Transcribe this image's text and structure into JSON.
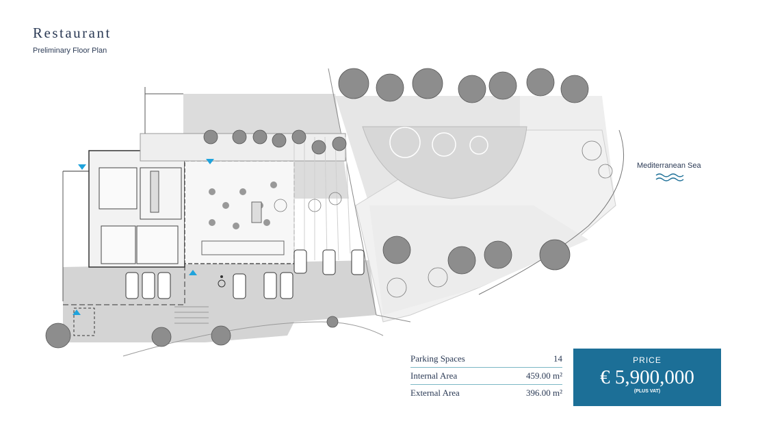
{
  "header": {
    "title": "Restaurant",
    "subtitle": "Preliminary Floor Plan"
  },
  "map": {
    "sea_label": "Mediterranean Sea",
    "sea_icon": "wave-icon",
    "entrance_icon": "triangle-marker-icon",
    "accessible_icon": "wheelchair-icon"
  },
  "stats": [
    {
      "label": "Parking Spaces",
      "value": "14"
    },
    {
      "label": "Internal Area",
      "value": "459.00 m²"
    },
    {
      "label": "External Area",
      "value": "396.00 m²"
    }
  ],
  "price": {
    "label": "PRICE",
    "value": "€ 5,900,000",
    "note": "(PLUS VAT)"
  },
  "colors": {
    "text": "#2b3a55",
    "price_box": "#1c6f97",
    "accent_line": "#7ab7c4",
    "marker": "#1fa3dc"
  }
}
